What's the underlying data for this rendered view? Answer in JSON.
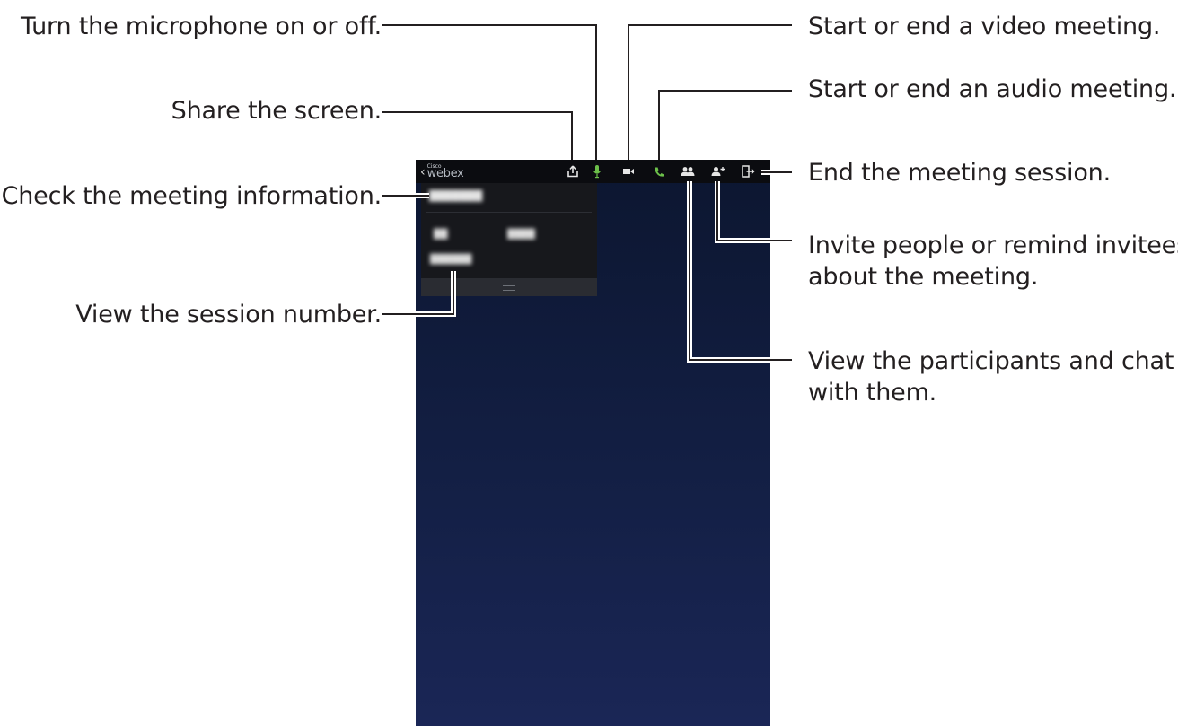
{
  "callouts": {
    "microphone": "Turn the microphone on or off.",
    "share_screen": "Share the screen.",
    "meeting_info": "Check the meeting information.",
    "session_number": "View the session number.",
    "video_meeting": "Start or end a video meeting.",
    "audio_meeting": "Start or end an audio meeting.",
    "end_session": "End the meeting session.",
    "invite_line1": "Invite people or remind invitees",
    "invite_line2": "about the meeting.",
    "participants_line1": "View the participants and chat",
    "participants_line2": "with them."
  },
  "app": {
    "logo_small": "Cisco",
    "logo_main": "webex"
  },
  "icons": {
    "back": "chevron-left-icon",
    "share": "share-icon",
    "microphone": "microphone-icon",
    "video": "video-camera-icon",
    "phone": "phone-icon",
    "participants": "participants-icon",
    "invite": "add-person-icon",
    "exit": "exit-icon"
  },
  "colors": {
    "accent_green": "#6cc04a",
    "icon_white": "#e6e6e6",
    "background_top": "#0c1630",
    "background_bottom": "#1a2656"
  }
}
